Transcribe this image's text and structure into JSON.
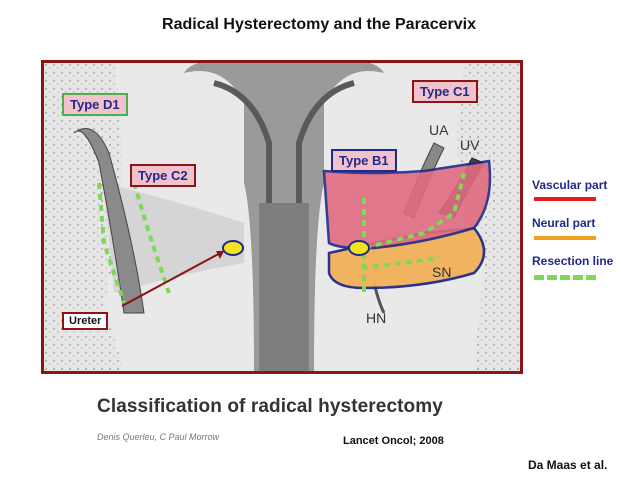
{
  "title": "Radical Hysterectomy and the Paracervix",
  "types": {
    "d1": "Type D1",
    "c1": "Type C1",
    "c2": "Type C2",
    "b1": "Type B1"
  },
  "ureter_label": "Ureter",
  "anatomy_labels": {
    "ua": "UA",
    "uv": "UV",
    "sn": "SN",
    "hn": "HN"
  },
  "legend": {
    "vascular": {
      "label": "Vascular part",
      "color": "#e02020"
    },
    "neural": {
      "label": "Neural part",
      "color": "#f0a020"
    },
    "resection": {
      "label": "Resection line",
      "color": "#7ed957"
    }
  },
  "subtitle": "Classification of radical hysterectomy",
  "authors": "Denis Querleu, C Paul Morrow",
  "citation": "Lancet Oncol; 2008",
  "credit": "Da Maas et al."
}
